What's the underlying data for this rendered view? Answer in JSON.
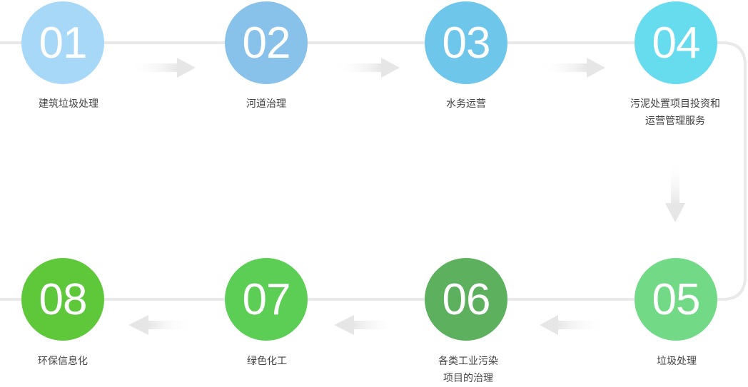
{
  "steps": [
    {
      "number": "01",
      "label": "建筑垃圾处理",
      "color": "#a8d8f8"
    },
    {
      "number": "02",
      "label": "河道治理",
      "color": "#88c2ea"
    },
    {
      "number": "03",
      "label": "水务运营",
      "color": "#6ec6ea"
    },
    {
      "number": "04",
      "label": "污泥处置项目投资和\n运营管理服务",
      "color": "#66dcee"
    },
    {
      "number": "05",
      "label": "垃圾处理",
      "color": "#72da86"
    },
    {
      "number": "06",
      "label": "各类工业污染\n项目的治理",
      "color": "#5cb05e"
    },
    {
      "number": "07",
      "label": "绿色化工",
      "color": "#5cce56"
    },
    {
      "number": "08",
      "label": "环保信息化",
      "color": "#5ec83a"
    }
  ],
  "colors": {
    "line": "#e9e9e9",
    "arrow": "#e6e6e6"
  },
  "arrow_icon": "arrow-icon"
}
